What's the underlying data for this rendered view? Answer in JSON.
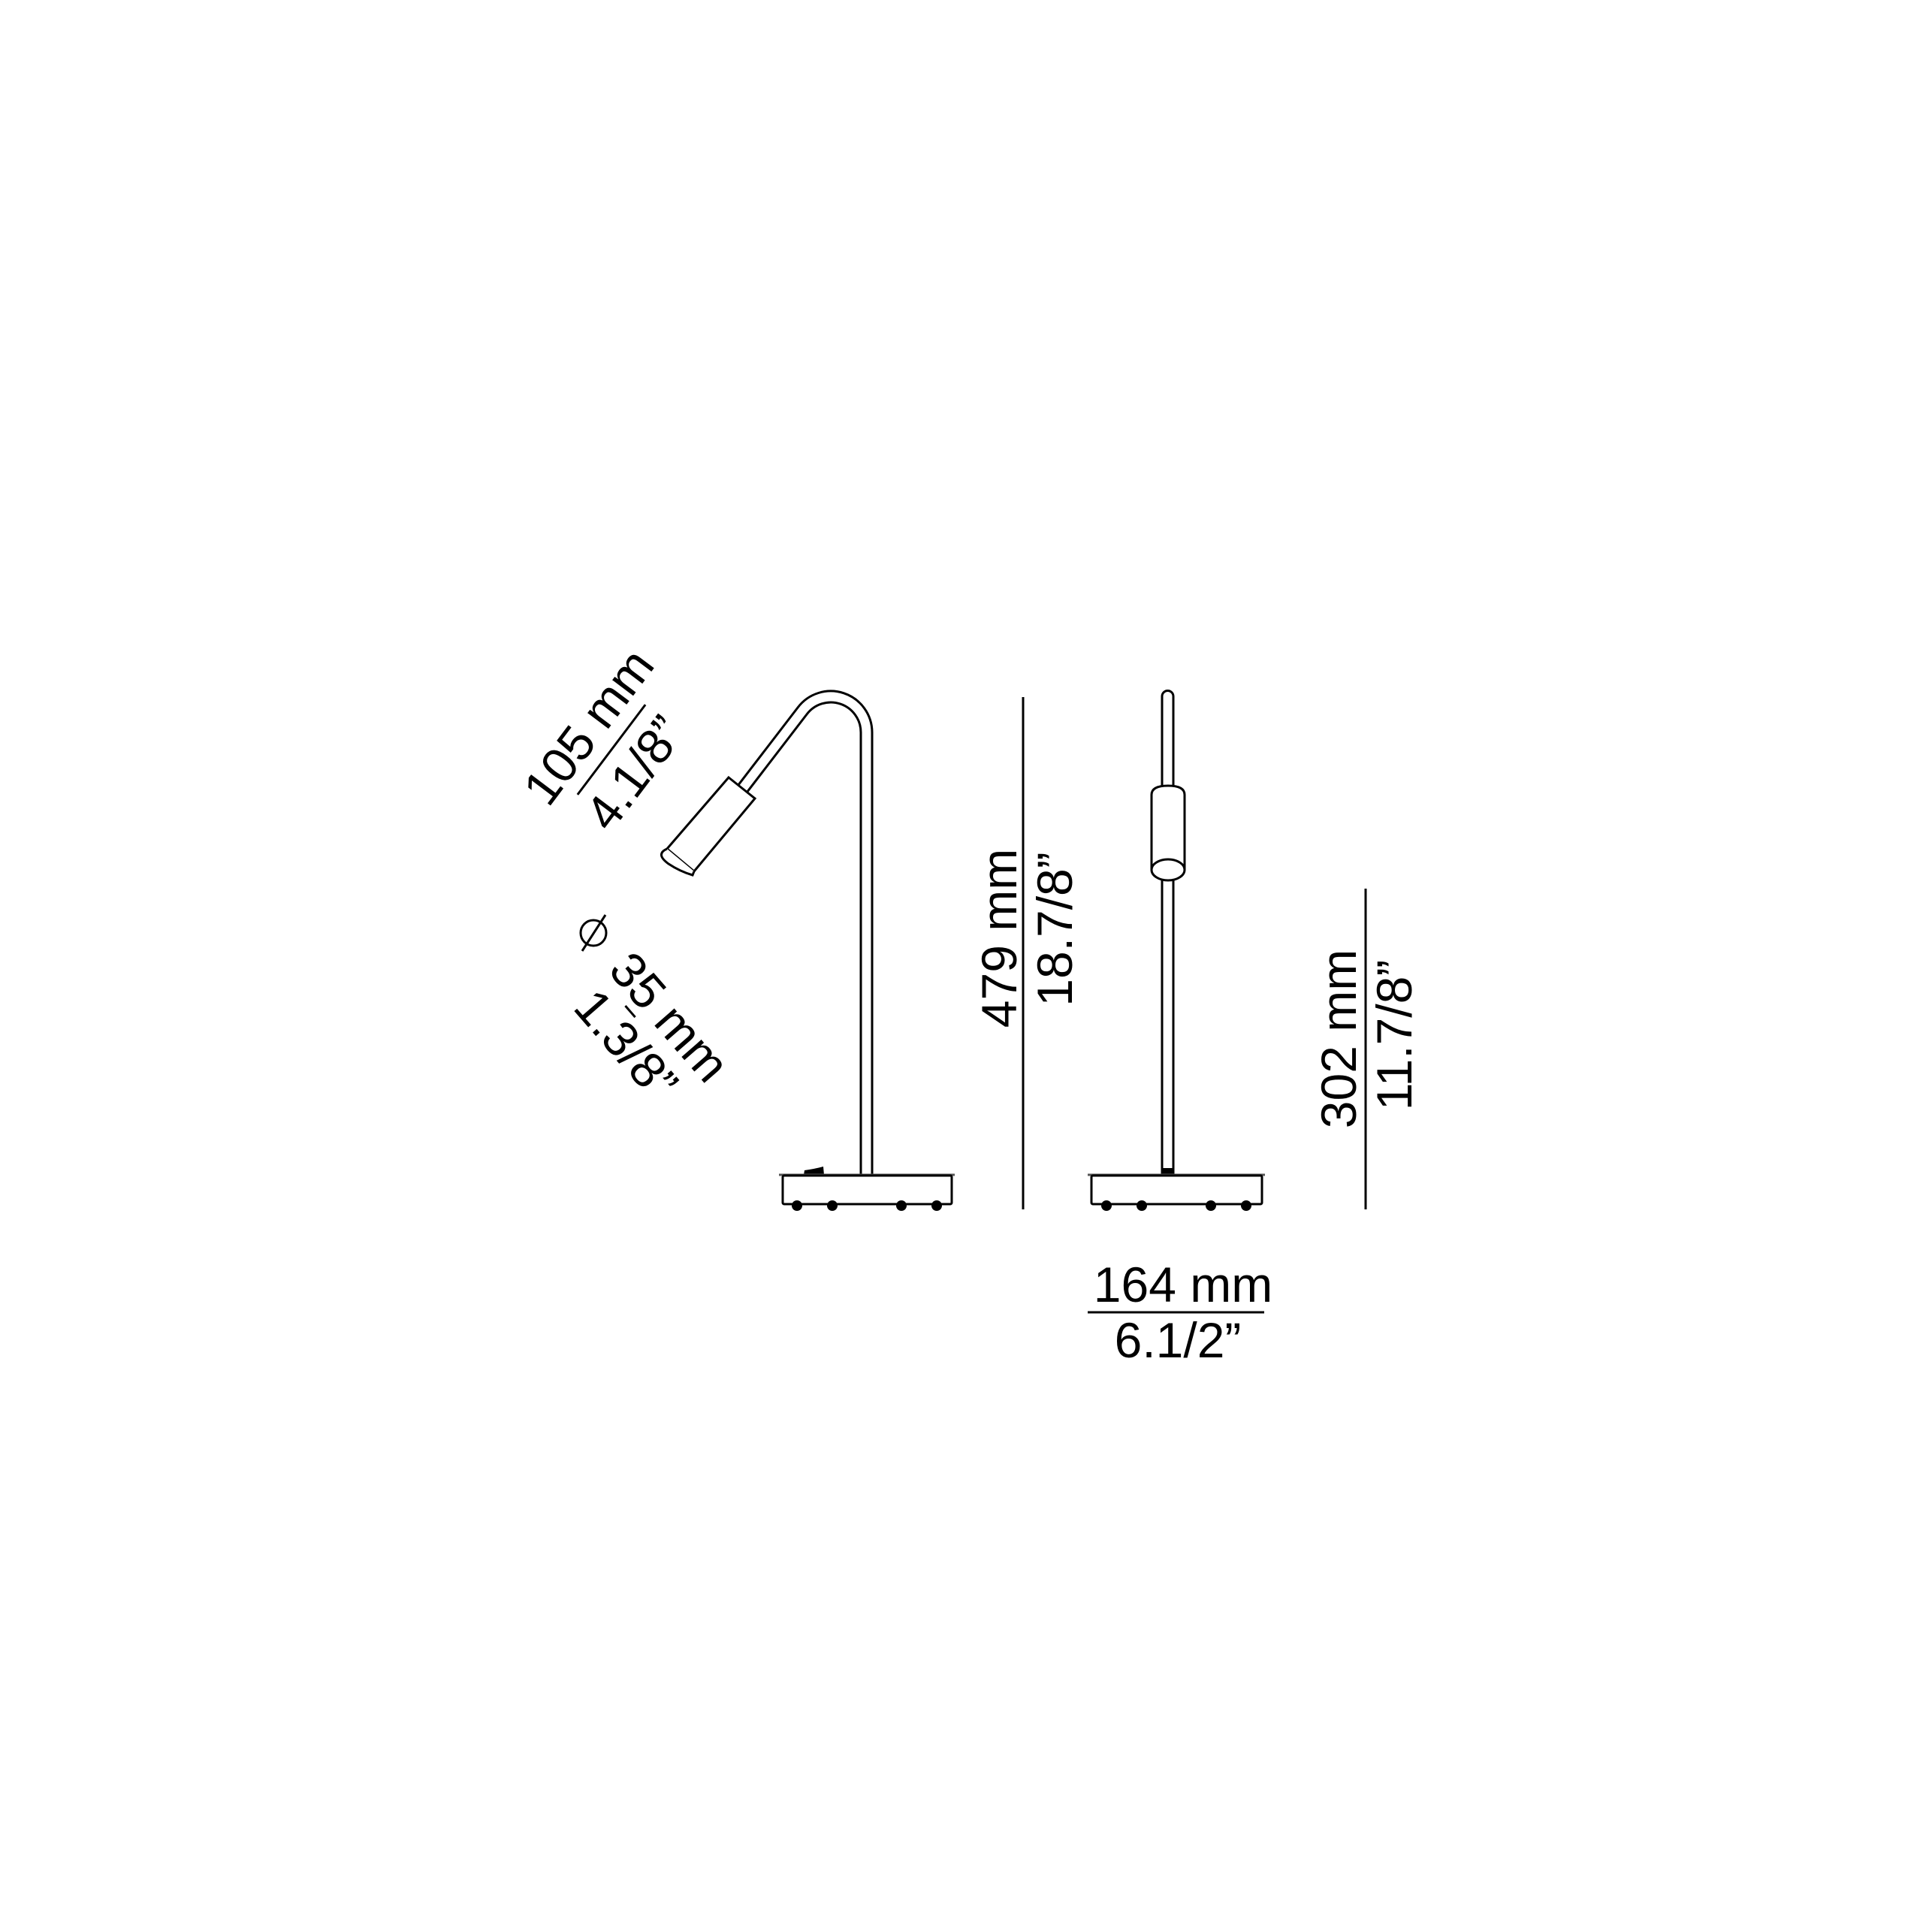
{
  "colors": {
    "line": "#000000",
    "background": "#ffffff"
  },
  "dimensions": {
    "arm_length": {
      "metric": "105 mm",
      "imperial": "4.1/8”"
    },
    "head_diameter": {
      "symbol": "diameter-icon",
      "metric": "35 mm",
      "imperial": "1.3/8”"
    },
    "total_height": {
      "metric": "479 mm",
      "imperial": "18.7/8”"
    },
    "side_height": {
      "metric": "302 mm",
      "imperial": "11.7/8”"
    },
    "base_width": {
      "metric": "164 mm",
      "imperial": "6.1/2”"
    }
  }
}
